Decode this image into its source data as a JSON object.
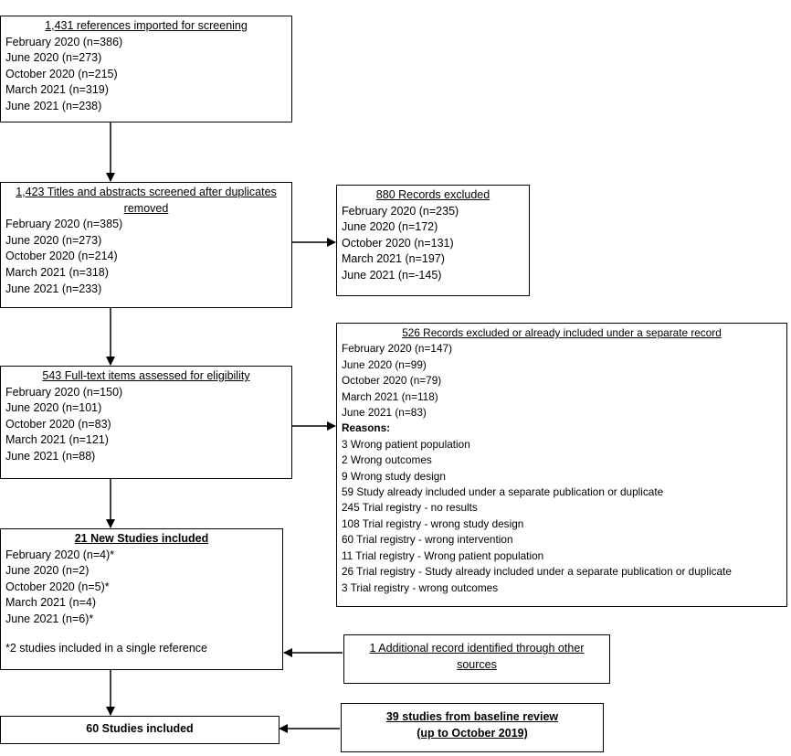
{
  "box_imported": {
    "title": "1,431 references imported for screening",
    "lines": [
      "February 2020 (n=386)",
      "June 2020 (n=273)",
      "October 2020 (n=215)",
      "March 2021 (n=319)",
      "June 2021 (n=238)"
    ]
  },
  "box_screened": {
    "title": "1,423 Titles and abstracts screened after duplicates removed",
    "lines": [
      "February 2020 (n=385)",
      "June 2020 (n=273)",
      "October 2020 (n=214)",
      "March 2021 (n=318)",
      "June 2021 (n=233)"
    ]
  },
  "box_excluded_records": {
    "title": "880 Records excluded",
    "lines": [
      "February 2020 (n=235)",
      "June 2020 (n=172)",
      "October 2020 (n=131)",
      "March 2021 (n=197)",
      "June 2021 (n=-145)"
    ]
  },
  "box_fulltext": {
    "title": "543 Full-text items assessed for eligibility",
    "lines": [
      "February 2020 (n=150)",
      "June 2020 (n=101)",
      "October 2020 (n=83)",
      "March 2021 (n=121)",
      "June 2021 (n=88)"
    ]
  },
  "box_fulltext_excluded": {
    "title": "526 Records excluded or already included under a separate record",
    "lines": [
      "February 2020 (n=147)",
      "June 2020 (n=99)",
      "October 2020 (n=79)",
      "March 2021 (n=118)",
      "June 2021 (n=83)"
    ],
    "reasons_label": "Reasons:",
    "reasons": [
      "3 Wrong patient population",
      "2 Wrong outcomes",
      "9 Wrong study design",
      "59 Study already included under a separate publication or duplicate",
      "245 Trial registry - no results",
      "108 Trial registry - wrong study design",
      "60 Trial registry - wrong intervention",
      "11 Trial registry - Wrong patient population",
      "26 Trial registry - Study already included under a separate publication or duplicate",
      "3 Trial registry - wrong outcomes"
    ]
  },
  "box_new_studies": {
    "title": "21 New Studies included",
    "lines": [
      "February 2020 (n=4)*",
      "June 2020 (n=2)",
      "October 2020 (n=5)*",
      "March 2021 (n=4)",
      "June 2021 (n=6)*"
    ],
    "footnote": "*2 studies included in a single reference"
  },
  "box_additional": {
    "title": "1 Additional record identified through other sources"
  },
  "box_total": {
    "title": "60 Studies included"
  },
  "box_baseline": {
    "title_line1": "39 studies from baseline review",
    "title_line2": "(up to October 2019)"
  }
}
